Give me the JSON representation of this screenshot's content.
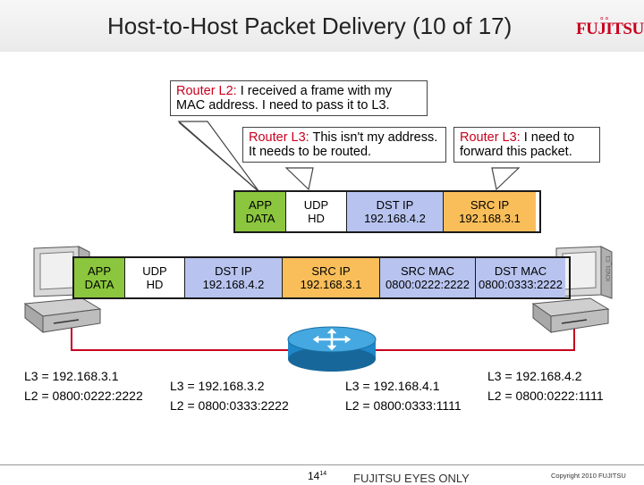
{
  "slide": {
    "title": "Host-to-Host Packet Delivery (10 of 17)",
    "logo": "FUJITSU",
    "side_code": "ICND1_C1"
  },
  "callouts": {
    "router_l2": {
      "who": "Router L2:",
      "text": " I received a frame with my MAC address. I need to pass it to L3."
    },
    "router_l3_routed": {
      "who": "Router L3:",
      "text": " This isn't my address. It needs to be routed."
    },
    "router_l3_forward": {
      "who": "Router L3:",
      "text": " I need to forward this packet."
    }
  },
  "packet_l3": [
    {
      "l1": "APP",
      "l2": "DATA",
      "color": "#8cc63e"
    },
    {
      "l1": "UDP",
      "l2": "HD",
      "color": "#ffffff"
    },
    {
      "l1": "DST IP",
      "l2": "192.168.4.2",
      "color": "#b8c4ef"
    },
    {
      "l1": "SRC IP",
      "l2": "192.168.3.1",
      "color": "#f9be5a"
    }
  ],
  "frame": [
    {
      "l1": "APP",
      "l2": "DATA",
      "color": "#8cc63e"
    },
    {
      "l1": "UDP",
      "l2": "HD",
      "color": "#ffffff"
    },
    {
      "l1": "DST IP",
      "l2": "192.168.4.2",
      "color": "#b8c4ef"
    },
    {
      "l1": "SRC IP",
      "l2": "192.168.3.1",
      "color": "#f9be5a"
    },
    {
      "l1": "SRC MAC",
      "l2": "0800:0222:2222",
      "color": "#b8c4ef"
    },
    {
      "l1": "DST MAC",
      "l2": "0800:0333:2222",
      "color": "#b8c4ef"
    }
  ],
  "addresses": {
    "host_left": {
      "l3": "L3 = 192.168.3.1",
      "l2": "L2 = 0800:0222:2222"
    },
    "router_left": {
      "l3": "L3 = 192.168.3.2",
      "l2": "L2 = 0800:0333:2222"
    },
    "router_right": {
      "l3": "L3 = 192.168.4.1",
      "l2": "L2 = 0800:0333:1111"
    },
    "host_right": {
      "l3": "L3 = 192.168.4.2",
      "l2": "L2 = 0800:0222:1111"
    }
  },
  "footer": {
    "page": "14",
    "page_sup": "14",
    "label": "FUJITSU EYES ONLY",
    "copyright": "Copyright 2010 FUJITSU"
  }
}
